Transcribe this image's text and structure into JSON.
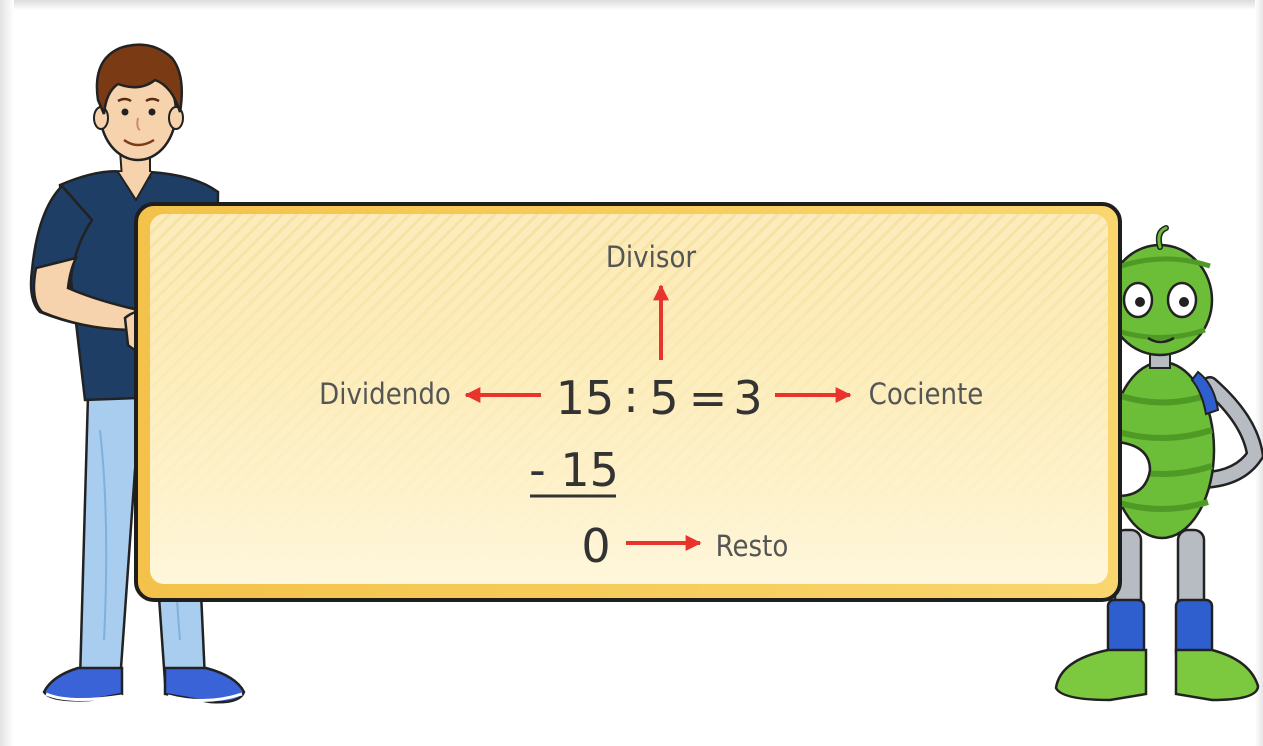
{
  "board": {
    "divisor_label": "Divisor",
    "dividend_label": "Dividendo",
    "quotient_label": "Cociente",
    "remainder_label": "Resto",
    "dividend": "15",
    "colon": ":",
    "divisor": "5",
    "equals": "=",
    "quotient": "3",
    "subtraction": "- 15",
    "remainder": "0"
  },
  "colors": {
    "arrow": "#e8342c",
    "board_fill": "#fbe5a2",
    "board_border": "#1e1e1e",
    "label_text": "#555555",
    "equation_text": "#333333"
  }
}
